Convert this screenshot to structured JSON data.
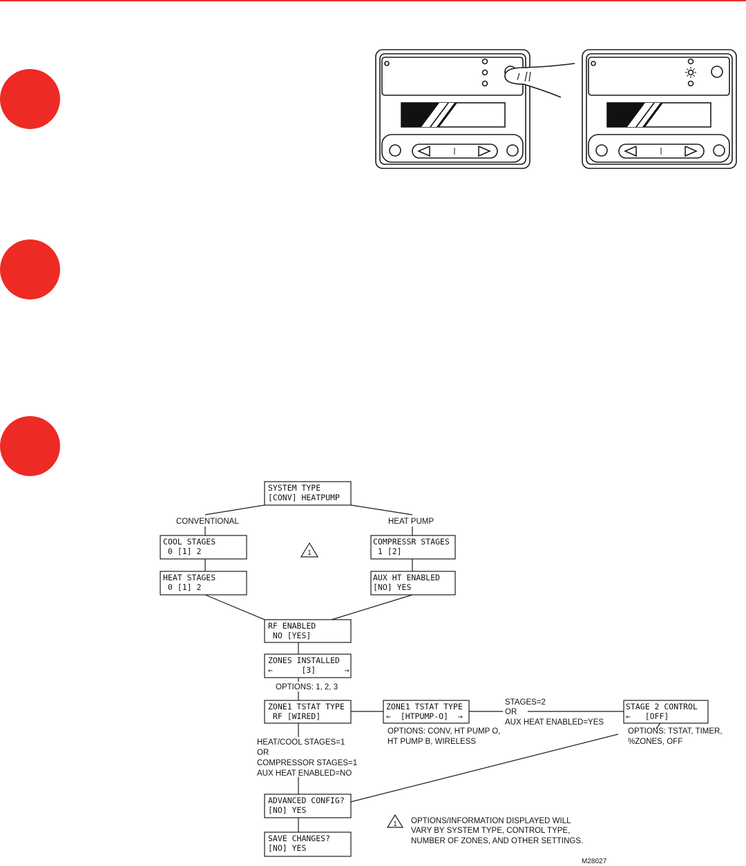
{
  "colors": {
    "accent": "#ee2a24",
    "ink": "#1a1a1a"
  },
  "panel_icons": [
    "thermostat-press-button-icon",
    "thermostat-light-on-icon"
  ],
  "flow": {
    "system_type": [
      "SYSTEM TYPE",
      "[CONV] HEATPUMP"
    ],
    "conventional_label": "CONVENTIONAL",
    "heat_pump_label": "HEAT PUMP",
    "cool_stages": [
      "COOL STAGES",
      " 0 [1] 2"
    ],
    "heat_stages": [
      "HEAT STAGES",
      " 0 [1] 2"
    ],
    "compressor_stages": [
      "COMPRESSR STAGES",
      " 1 [2]"
    ],
    "aux_ht_enabled": [
      "AUX HT ENABLED",
      "[NO] YES"
    ],
    "note_marker": "1",
    "rf_enabled": [
      "RF ENABLED",
      " NO [YES]"
    ],
    "zones_installed": [
      "ZONES INSTALLED",
      "←      [3]      →"
    ],
    "zones_options": "OPTIONS: 1, 2, 3",
    "zone1_type": [
      "ZONE1 TSTAT TYPE",
      " RF [WIRED]"
    ],
    "zone1_type_wired": [
      "ZONE1 TSTAT TYPE",
      "←  [HTPUMP-O]  →"
    ],
    "zone1_options": [
      "OPTIONS: CONV, HT PUMP O,",
      "HT PUMP B, WIRELESS"
    ],
    "stages_condition": [
      "STAGES=2",
      "OR",
      "AUX HEAT ENABLED=YES"
    ],
    "stage2_control": [
      "STAGE 2 CONTROL",
      "←   [OFF]"
    ],
    "stage2_options": [
      "OPTIONS: TSTAT, TIMER,",
      "%ZONES, OFF"
    ],
    "single_stage_condition": [
      "HEAT/COOL STAGES=1",
      "OR",
      "COMPRESSOR STAGES=1",
      "AUX HEAT ENABLED=NO"
    ],
    "advanced_config": [
      "ADVANCED CONFIG?",
      "[NO] YES"
    ],
    "save_changes": [
      "SAVE CHANGES?",
      "[NO] YES"
    ],
    "note_text": [
      "OPTIONS/INFORMATION DISPLAYED WILL",
      "VARY BY SYSTEM TYPE, CONTROL TYPE,",
      "NUMBER OF ZONES, AND OTHER SETTINGS."
    ],
    "figure_id": "M28027"
  }
}
